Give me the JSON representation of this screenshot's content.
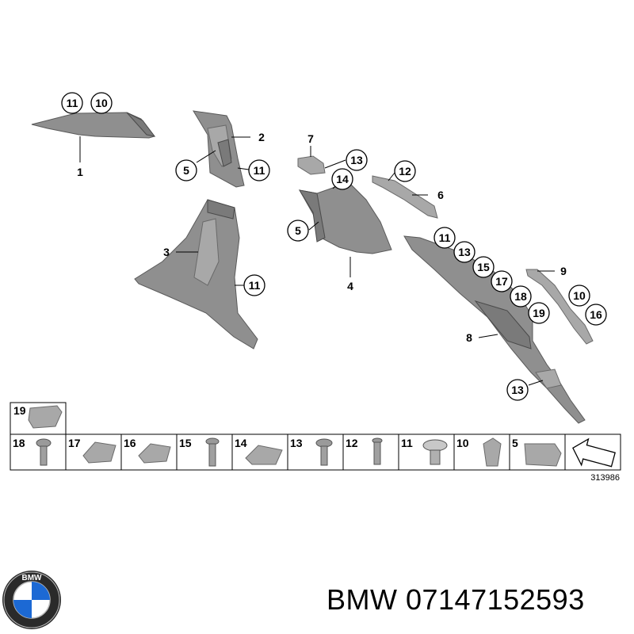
{
  "diagram": {
    "ref_number": "313986",
    "callouts": {
      "c_11_a": "11",
      "c_10_a": "10",
      "c_1": "1",
      "c_2": "2",
      "c_5_a": "5",
      "c_11_b": "11",
      "c_3": "3",
      "c_11_c": "11",
      "c_7": "7",
      "c_13_a": "13",
      "c_14": "14",
      "c_5_b": "5",
      "c_4": "4",
      "c_12": "12",
      "c_6": "6",
      "c_11_d": "11",
      "c_13_b": "13",
      "c_15": "15",
      "c_17": "17",
      "c_18": "18",
      "c_19": "19",
      "c_9": "9",
      "c_10_b": "10",
      "c_16": "16",
      "c_8": "8",
      "c_13_c": "13"
    },
    "parts_table": {
      "top_cell": "19",
      "cells": [
        "18",
        "17",
        "16",
        "15",
        "14",
        "13",
        "12",
        "11",
        "10",
        "5"
      ]
    }
  },
  "brand": {
    "logo_text": "BMW",
    "caption": "BMW 07147152593"
  }
}
